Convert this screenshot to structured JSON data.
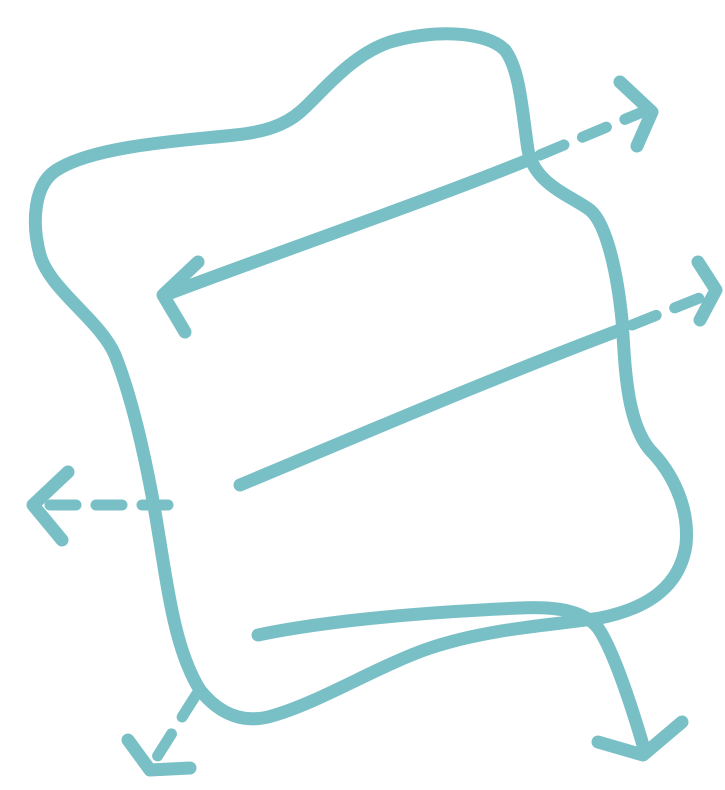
{
  "colors": {
    "stroke": "#79C0C6",
    "background": "#FFFFFF"
  },
  "elements": {
    "boundary": "closed-wavy-boundary-loop",
    "arrows": [
      "upper-double-headed-arrow",
      "middle-arrow-to-right",
      "left-dashed-arrow",
      "bottom-left-dashed-arrow",
      "bottom-curved-arrow-down"
    ]
  }
}
